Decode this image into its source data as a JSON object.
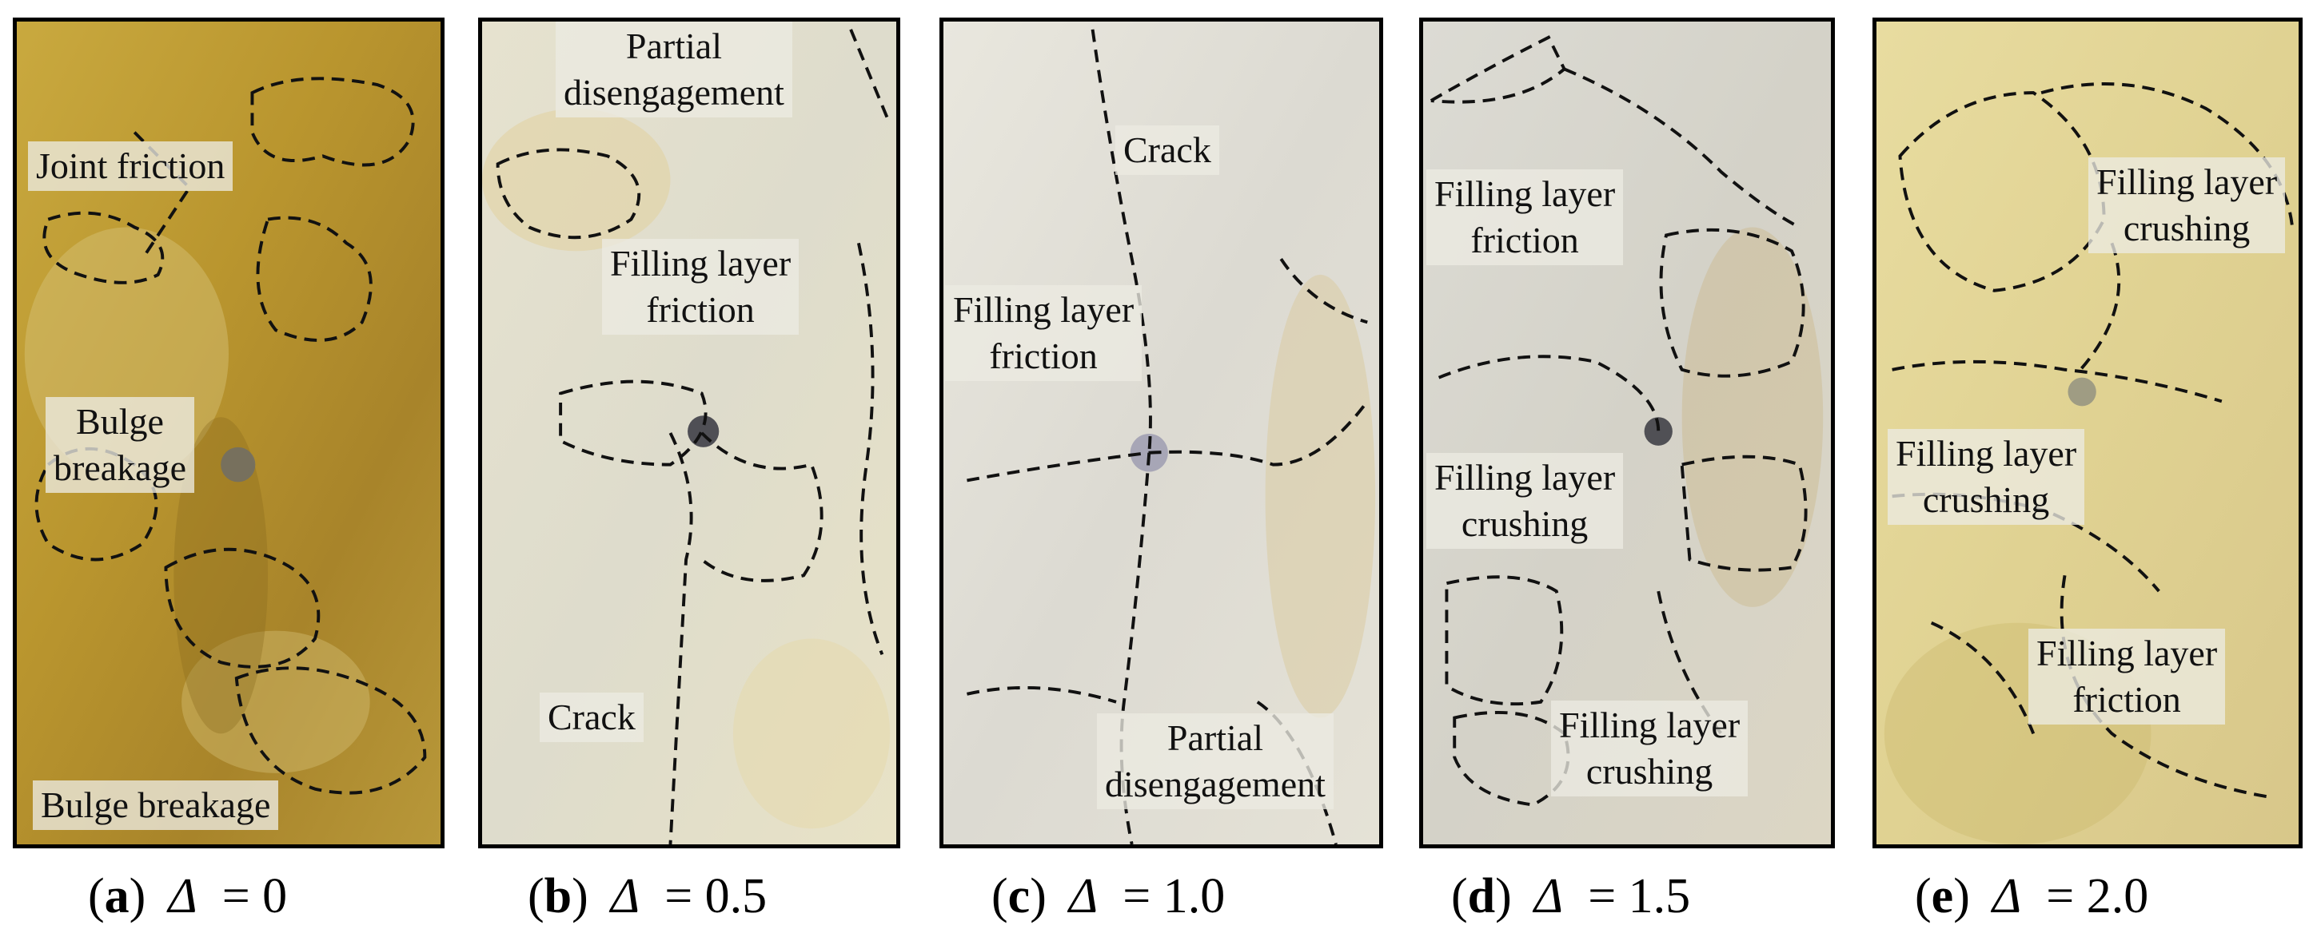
{
  "panels": [
    {
      "id": "a",
      "caption": {
        "letter": "a",
        "symbol": "Δ",
        "value": "= 0"
      },
      "labels": [
        "Joint friction",
        "Bulge\nbreakage",
        "Bulge breakage"
      ]
    },
    {
      "id": "b",
      "caption": {
        "letter": "b",
        "symbol": "Δ",
        "value": "= 0.5"
      },
      "labels": [
        "Partial\ndisengagement",
        "Filling layer\nfriction",
        "Crack"
      ]
    },
    {
      "id": "c",
      "caption": {
        "letter": "c",
        "symbol": "Δ",
        "value": "= 1.0"
      },
      "labels": [
        "Crack",
        "Filling layer\nfriction",
        "Partial\ndisengagement"
      ]
    },
    {
      "id": "d",
      "caption": {
        "letter": "d",
        "symbol": "Δ",
        "value": "= 1.5"
      },
      "labels": [
        "Filling layer\nfriction",
        "Filling layer\ncrushing",
        "Filling layer\ncrushing"
      ]
    },
    {
      "id": "e",
      "caption": {
        "letter": "e",
        "symbol": "Δ",
        "value": "= 2.0"
      },
      "labels": [
        "Filling layer\ncrushing",
        "Filling layer\ncrushing",
        "Filling layer\nfriction"
      ]
    }
  ]
}
